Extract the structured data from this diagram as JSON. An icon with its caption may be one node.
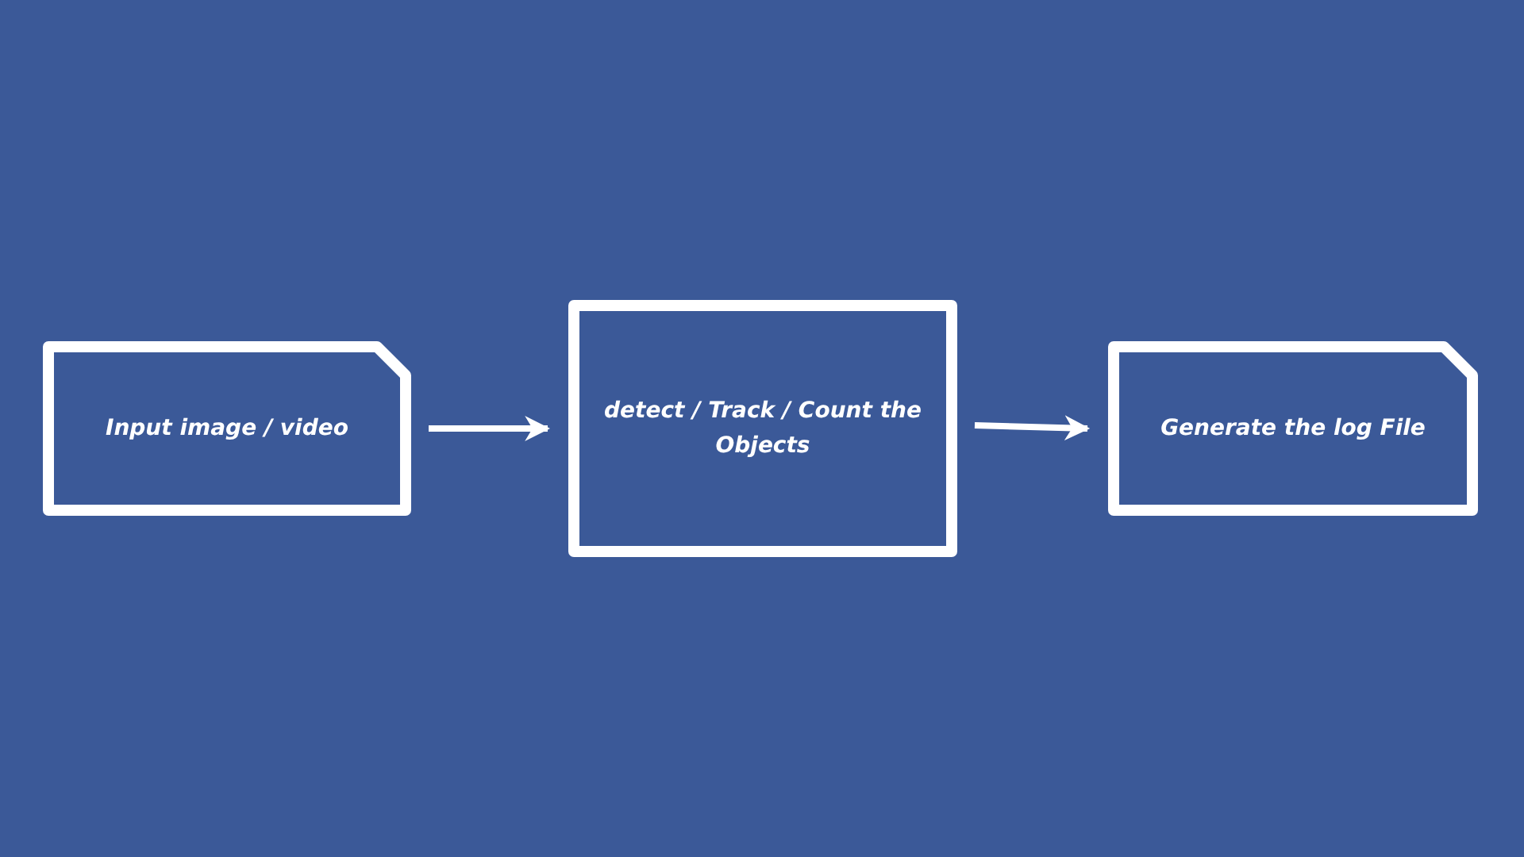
{
  "diagram": {
    "nodes": [
      {
        "text": [
          "Input image / video"
        ]
      },
      {
        "text": [
          "detect / Track / Count the Objects"
        ]
      },
      {
        "text": [
          "Generate the log File"
        ]
      }
    ],
    "edges": [
      {
        "from": 0,
        "to": 1,
        "arrow": "to"
      },
      {
        "from": 1,
        "to": 2,
        "arrow": "to"
      }
    ]
  }
}
